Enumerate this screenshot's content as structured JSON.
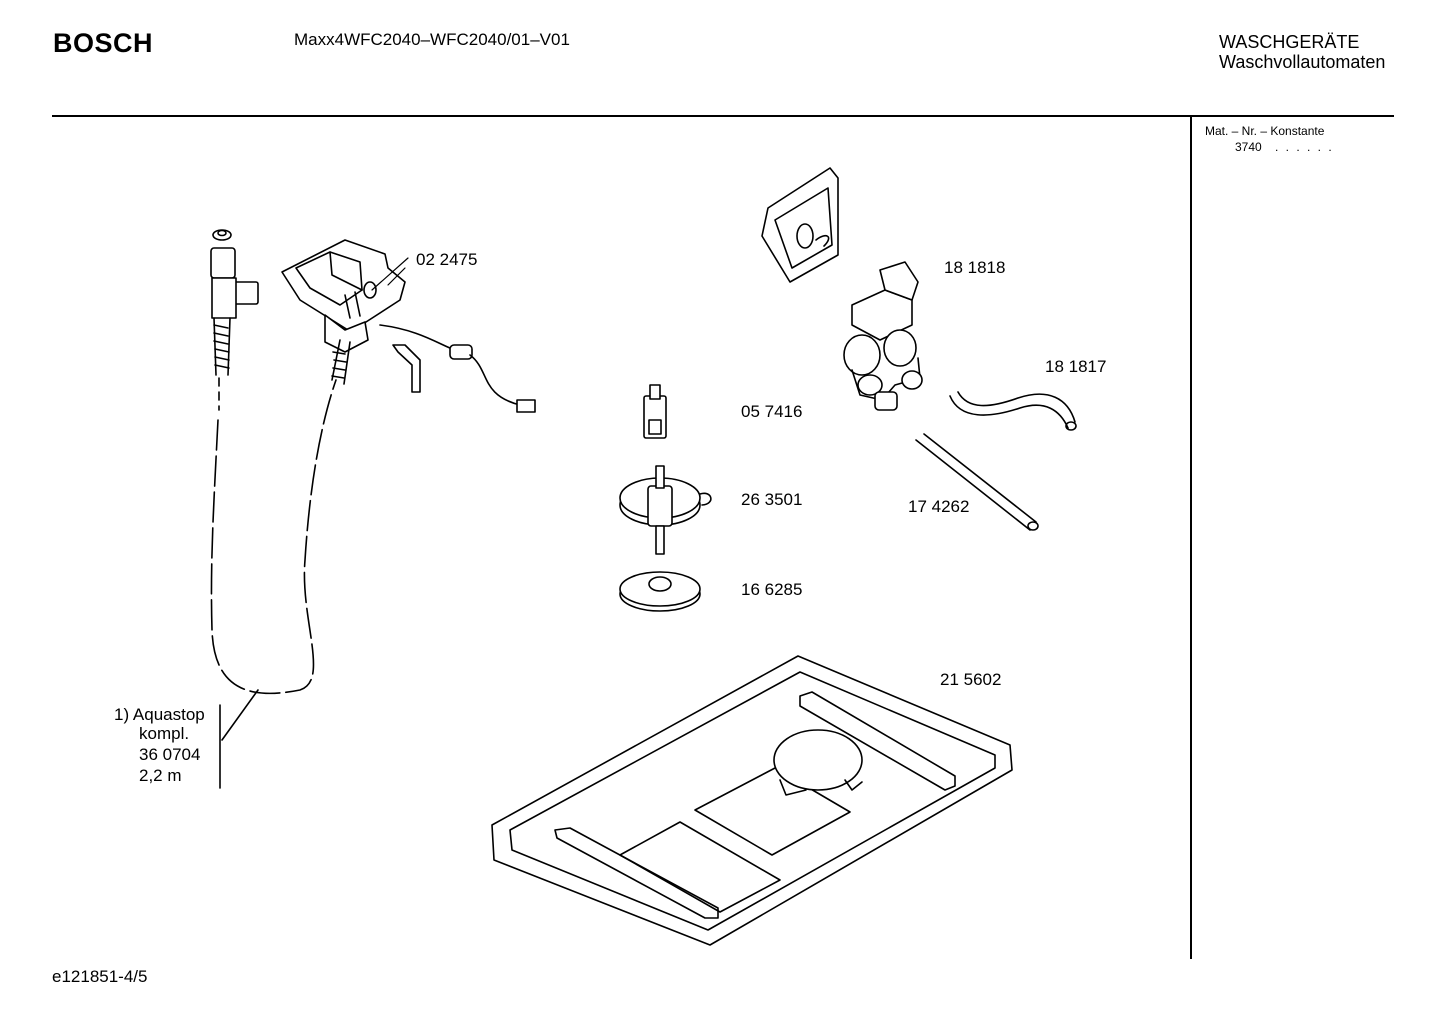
{
  "header": {
    "brand": "BOSCH",
    "model": "Maxx4WFC2040–WFC2040/01–V01",
    "category_line1": "WASCHGERÄTE",
    "category_line2": "Waschvollautomaten"
  },
  "sidebar": {
    "mat_title": "Mat. – Nr. – Konstante",
    "mat_value": "3740",
    "mat_dots": ". .   . . . ."
  },
  "parts": {
    "p022475": "02 2475",
    "p181818": "18 1818",
    "p181817": "18 1817",
    "p057416": "05 7416",
    "p263501": "26 3501",
    "p174262": "17 4262",
    "p166285": "16 6285",
    "p215602": "21 5602"
  },
  "aquastop": {
    "line1": "1)  Aquastop",
    "line2": "kompl.",
    "line3": "36 0704",
    "line4": "2,2 m"
  },
  "footer": {
    "code": "e121851-4/5"
  }
}
